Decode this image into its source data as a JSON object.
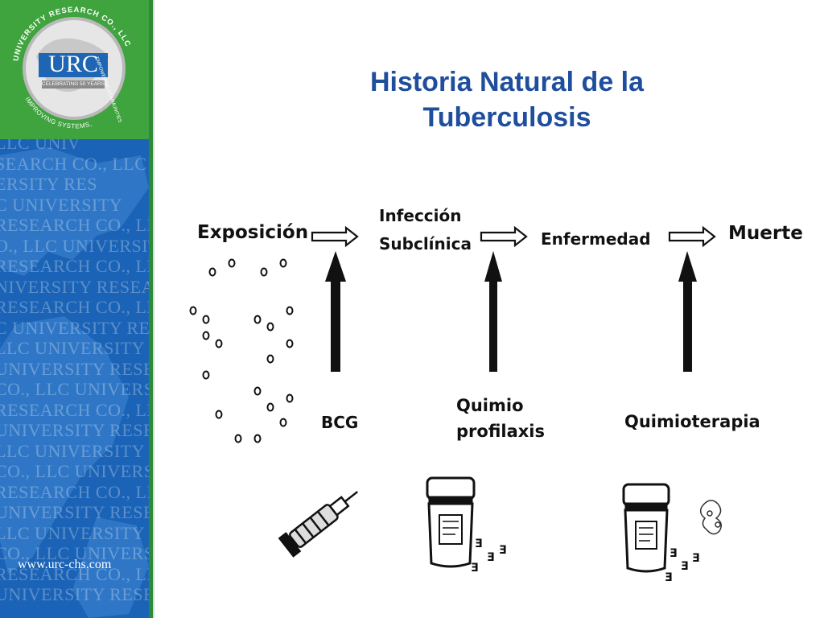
{
  "slide": {
    "title_line1": "Historia Natural de la",
    "title_line2": "Tuberculosis"
  },
  "brand": {
    "logo_text": "URC",
    "logo_ring_top": "UNIVERSITY RESEARCH CO., LLC",
    "logo_ring_right": "EMPOWERING COMMUNITIES",
    "logo_ring_bottom": "IMPROVING SYSTEMS,",
    "celebrating": "CELEBRATING 50 YEARS",
    "website": "www.urc-chs.com",
    "watermark_lines": [
      "LLC UNIV",
      "SEARCH CO., LLC",
      "ERSITY RES",
      "C UNIVERSITY",
      "RESEARCH CO., LLC",
      "O., LLC UNIVERSITY",
      "RESEARCH CO., LLC",
      "NIVERSITY RESEARCH",
      "RESEARCH CO., LLC",
      "C UNIVERSITY RES",
      "LLC UNIVERSITY",
      "UNIVERSITY RESEARCH",
      "CO., LLC UNIVERSITY",
      "RESEARCH CO., LLC",
      "UNIVERSITY RESEARCH",
      "LLC UNIVERSITY RES",
      "CO., LLC UNIVERSITY",
      "RESEARCH CO., LLC",
      "UNIVERSITY RESEARCH",
      "LLC UNIVERSITY RES",
      "CO., LLC UNIVERSITY",
      "RESEARCH CO., LLC",
      "UNIVERSITY RESEARCH"
    ],
    "colors": {
      "green": "#3fa33e",
      "blue": "#1b63b6",
      "title": "#1f4e9c"
    }
  },
  "diagram": {
    "stages": {
      "exposicion": "Exposición",
      "infeccion_1": "Infección",
      "infeccion_2": "Subclínica",
      "enfermedad": "Enfermedad",
      "muerte": "Muerte"
    },
    "interventions": {
      "bcg": "BCG",
      "quimio_1": "Quimio",
      "quimio_2": "profilaxis",
      "quimioterapia": "Quimioterapia"
    },
    "icons": [
      "bacilli-dots",
      "syringe-icon",
      "pill-bottle-icon",
      "pills-icon",
      "pill-bottle-icon",
      "pills-icon",
      "blister-icon"
    ]
  }
}
